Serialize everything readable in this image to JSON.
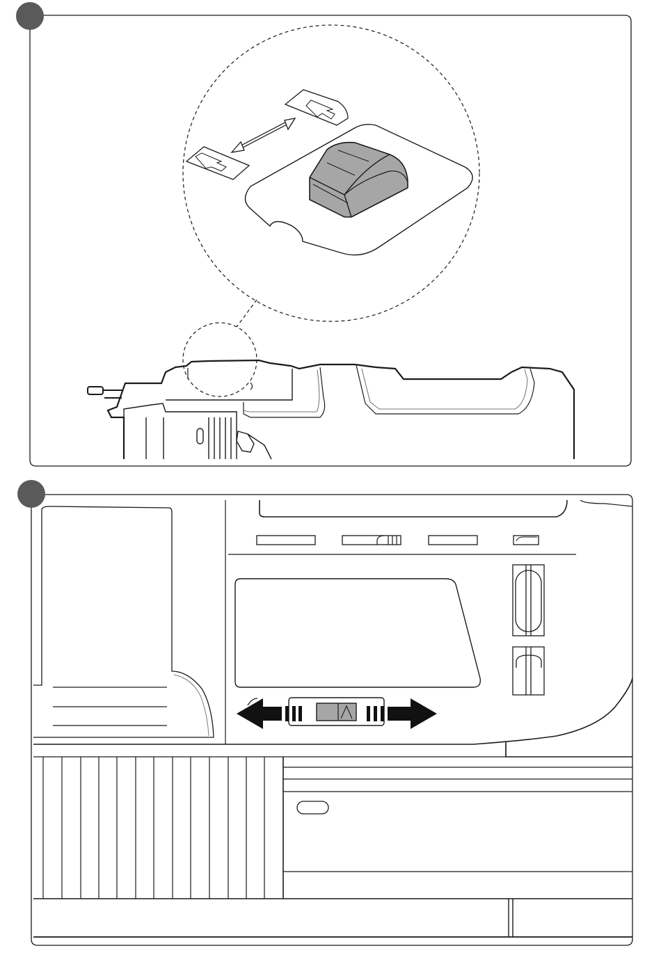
{
  "colors": {
    "badge": "#5a5a5a",
    "line": "#1a1a1a",
    "light_line": "#7a7a7a",
    "switch_fill": "#a6a6a6",
    "arrow_fill": "#111111",
    "background": "#ffffff"
  },
  "icons": {
    "panel1": [
      "magnifier-callout-circle",
      "slide-switch-knob",
      "double-headed-arrow",
      "staple-symbol-left",
      "staple-symbol-right",
      "stapler-side-outline"
    ],
    "panel2": [
      "mode-selector-slider",
      "left-direction-arrow",
      "right-direction-arrow",
      "latch-slot-top",
      "latch-slot-bottom",
      "display-window",
      "grip-ribs"
    ]
  },
  "steps": [
    {
      "number": ""
    },
    {
      "number": ""
    }
  ]
}
